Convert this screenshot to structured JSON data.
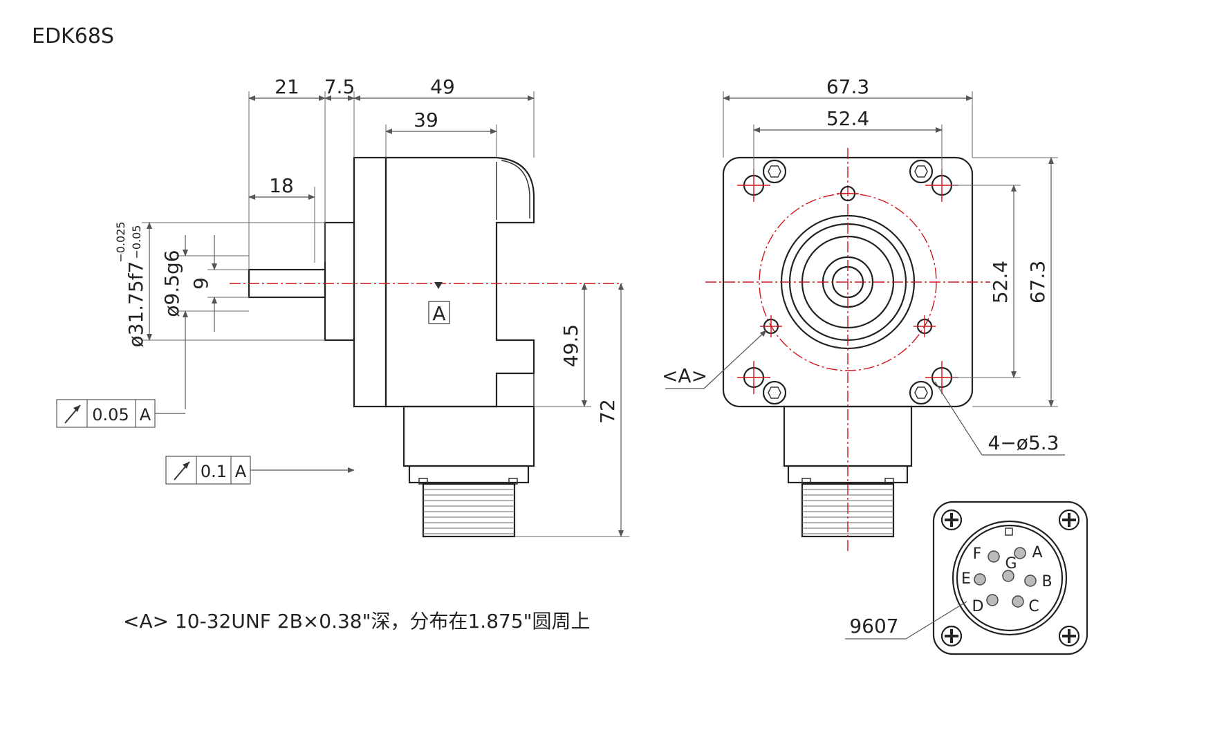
{
  "title": "EDK68S",
  "side_view": {
    "dims": {
      "d21": "21",
      "d7_5": "7.5",
      "d49": "49",
      "d39": "39",
      "d18": "18",
      "d9": "9",
      "d9_5": "ø9.5g6",
      "d31_75": "ø31.75f7",
      "tol_upper": "−0.025",
      "tol_lower": "−0.05",
      "d49_5": "49.5",
      "d72": "72"
    },
    "datum": "A",
    "tolerance_frames": [
      {
        "value": "0.05",
        "datum": "A"
      },
      {
        "value": "0.1",
        "datum": "A"
      }
    ]
  },
  "front_view": {
    "dims": {
      "w67_3": "67.3",
      "w52_4": "52.4",
      "h52_4": "52.4",
      "h67_3": "67.3",
      "holes": "4−ø5.3",
      "a_label": "<A>"
    }
  },
  "connector": {
    "part": "9607",
    "pins": [
      "A",
      "B",
      "C",
      "D",
      "E",
      "F",
      "G"
    ]
  },
  "note": "<A> 10-32UNF 2B×0.38\"深，分布在1.875\"圆周上",
  "colors": {
    "centerline": "#d0141b",
    "outline": "#222222"
  }
}
